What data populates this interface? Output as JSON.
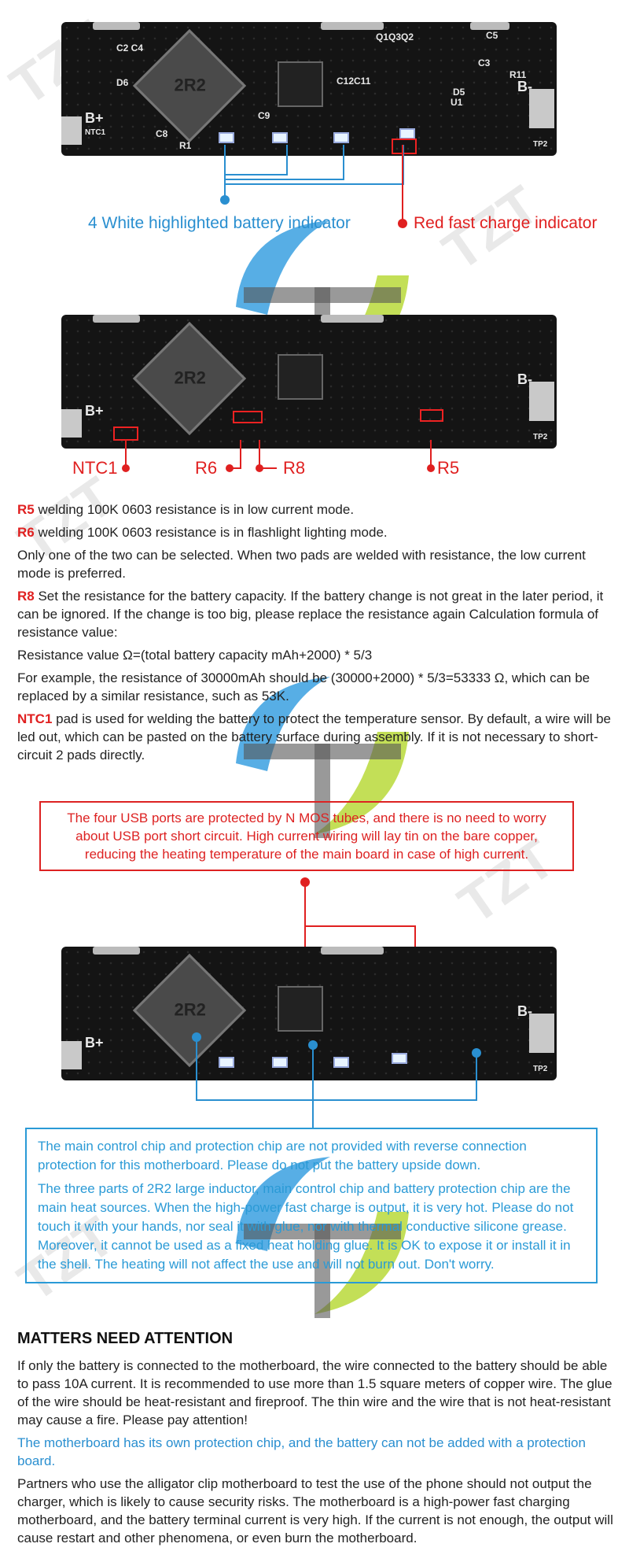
{
  "watermark": "TZT",
  "board_labels": {
    "inductor": "2R2",
    "b_plus": "B+",
    "b_minus": "B-",
    "tp2": "TP2",
    "ntc1": "NTC1",
    "r1": "R1",
    "c2c4": "C2 C4",
    "d6": "D6",
    "q": "Q1Q3Q2",
    "c3": "C3",
    "u1": "U1",
    "c12c11": "C12C11",
    "c8": "C8",
    "c9": "C9",
    "c5": "C5",
    "r11": "R11",
    "d5": "D5"
  },
  "section1": {
    "blue_label": "4 White highlighted battery indicator",
    "red_label": "Red fast charge indicator"
  },
  "section2": {
    "labels": [
      "NTC1",
      "R6",
      "R8",
      "R5"
    ]
  },
  "paragraphs": {
    "r5_key": "R5",
    "r5_text": " welding 100K 0603 resistance is in low current mode.",
    "r6_key": "R6",
    "r6_text": " welding 100K 0603 resistance is in flashlight lighting mode.",
    "only_one": "Only one of the two can be selected. When two pads are welded with resistance, the low current mode is preferred.",
    "r8_key": "R8",
    "r8_text": " Set the resistance for the battery capacity. If the battery change is not great in the later period, it can be ignored. If the change is too big, please replace the resistance again Calculation formula of resistance value:",
    "formula": "Resistance value Ω=(total battery capacity mAh+2000) * 5/3",
    "example": "For example, the resistance of 30000mAh should be (30000+2000) * 5/3=53333 Ω, which can be replaced by a similar resistance, such as 53K.",
    "ntc_key": "NTC1",
    "ntc_text": " pad is used for welding the battery to protect the temperature sensor. By default, a wire will be led out, which can be pasted on the battery surface during assembly. If it is not necessary to short-circuit 2 pads directly."
  },
  "red_box": "The four USB ports are protected by N MOS tubes, and there is no need to worry about USB port short circuit. High current wiring will lay tin on the bare copper, reducing the heating temperature of the main board in case of high current.",
  "blue_box": {
    "p1": "The main control chip and protection chip are not provided with reverse connection protection for this motherboard. Please do not put the battery upside down.",
    "p2": "The three parts of 2R2 large inductor, main control chip and battery protection chip are the main heat sources. When the high-power fast charge is output, it is very hot. Please do not touch it with your hands, nor seal it with glue, nor with thermal conductive silicone grease. Moreover, it cannot be used as a fixed heat holding glue. It is OK to expose it or install it in the shell. The heating will not affect the use and will not burn out. Don't worry."
  },
  "attention": {
    "heading": "MATTERS NEED ATTENTION",
    "p1": "If only the battery is connected to the motherboard, the wire connected to the battery should be able to pass 10A current. It is recommended to use more than 1.5 square meters of copper wire. The glue of the wire should be heat-resistant and fireproof. The thin wire and the wire that is not heat-resistant may cause a fire. Please pay attention!",
    "p2": "The motherboard has its own protection chip, and the battery can not be added with a protection board.",
    "p3": "Partners who use the alligator clip motherboard to test the use of the phone should not output the charger, which is likely to cause security risks. The motherboard is a high-power fast charging motherboard, and the battery terminal current is very high. If the current is not enough, the output will cause restart and other phenomena, or even burn the motherboard."
  },
  "colors": {
    "red": "#e02020",
    "blue": "#2a8fd0",
    "board": "#141414"
  }
}
